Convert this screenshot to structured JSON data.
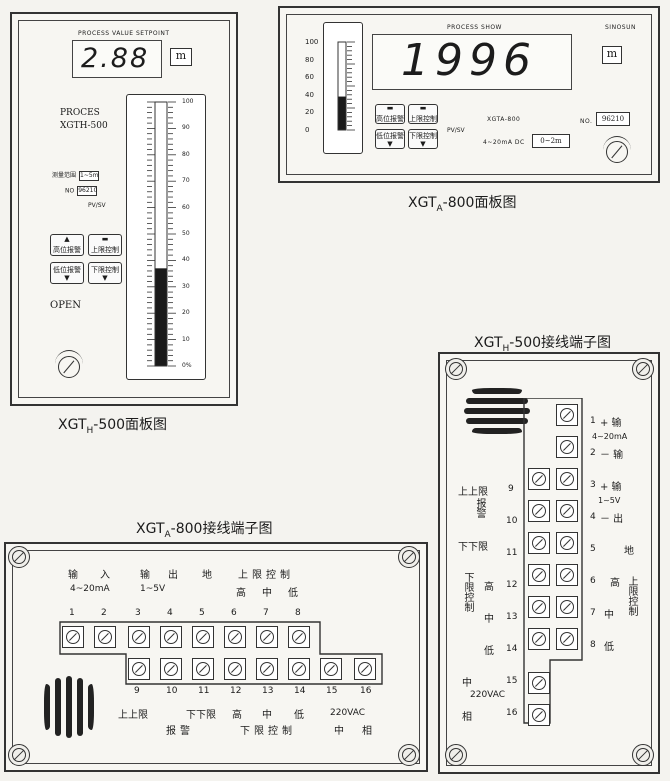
{
  "h500_panel": {
    "caption_main": "XGT",
    "caption_sub": "H",
    "caption_tail": "-500面板图",
    "top_label": "PROCESS VALUE SETPOINT",
    "display": "2.88",
    "unit": "m",
    "model_line1": "PROCES",
    "model_line2": "XGTH-500",
    "range_label": "测量范围",
    "range_value": "1~5m",
    "no_label": "NO",
    "no_value": "96210",
    "pvsv": "PV/SV",
    "btn_high_alarm": "高位报警",
    "btn_upper_ctrl": "上限控制",
    "btn_low_alarm": "低位报警",
    "btn_lower_ctrl": "下限控制",
    "open": "OPEN",
    "bar_level_percent": 37,
    "scale": [
      "100",
      "90",
      "80",
      "70",
      "60",
      "50",
      "40",
      "30",
      "20",
      "10",
      "0%"
    ]
  },
  "a800_panel": {
    "caption_main": "XGT",
    "caption_sub": "A",
    "caption_tail": "-800面板图",
    "percent": "%",
    "scale": [
      "100",
      "80",
      "60",
      "40",
      "20",
      "0"
    ],
    "bar_level_percent": 38,
    "header": "PROCESS SHOW",
    "brand": "SINOSUN",
    "display": "1996",
    "unit": "m",
    "btn_high_alarm": "高位报警",
    "btn_upper_ctrl": "上限控制",
    "btn_low_alarm": "低位报警",
    "btn_lower_ctrl": "下限控制",
    "pvsv": "PV/SV",
    "model": "XGTA-800",
    "signal": "4~20mA DC",
    "range": "0~2m",
    "no_label": "NO.",
    "no_value": "96210"
  },
  "h500_terminal": {
    "caption_main": "XGT",
    "caption_sub": "H",
    "caption_tail": "-500接线端子图",
    "right_nums": [
      "1",
      "2",
      "3",
      "4",
      "5",
      "6",
      "7",
      "8"
    ],
    "right_labels": [
      "+ 输",
      "4~20mA",
      "－ 输",
      "+ 输",
      "1~5V",
      "－ 出",
      "地"
    ],
    "upper_ctrl": "上限控制",
    "high": "高",
    "mid": "中",
    "low": "低",
    "left_nums": [
      "9",
      "10",
      "11",
      "12",
      "13",
      "14",
      "15",
      "16"
    ],
    "upper_limit": "上上限",
    "alarm": "报警",
    "lower_limit": "下下限",
    "lower_ctrl": "下限控制",
    "power_mid": "中",
    "power": "220VAC",
    "power_phase": "相"
  },
  "a800_terminal": {
    "caption_main": "XGT",
    "caption_sub": "A",
    "caption_tail": "-800接线端子图",
    "header": [
      "输",
      "入",
      "输",
      "出",
      "地",
      "上限控制"
    ],
    "sub_in": "4~20mA",
    "sub_out": "1~5V",
    "high": "高",
    "mid": "中",
    "low": "低",
    "top_nums": [
      "1",
      "2",
      "3",
      "4",
      "5",
      "6",
      "7",
      "8"
    ],
    "bottom_nums": [
      "9",
      "10",
      "11",
      "12",
      "13",
      "14",
      "15",
      "16"
    ],
    "upper_limit": "上上限",
    "lower_limit": "下下限",
    "alarm": "报警",
    "lower_ctrl": "下限控制",
    "power": "220VAC",
    "power_mid": "中",
    "power_phase": "相"
  }
}
